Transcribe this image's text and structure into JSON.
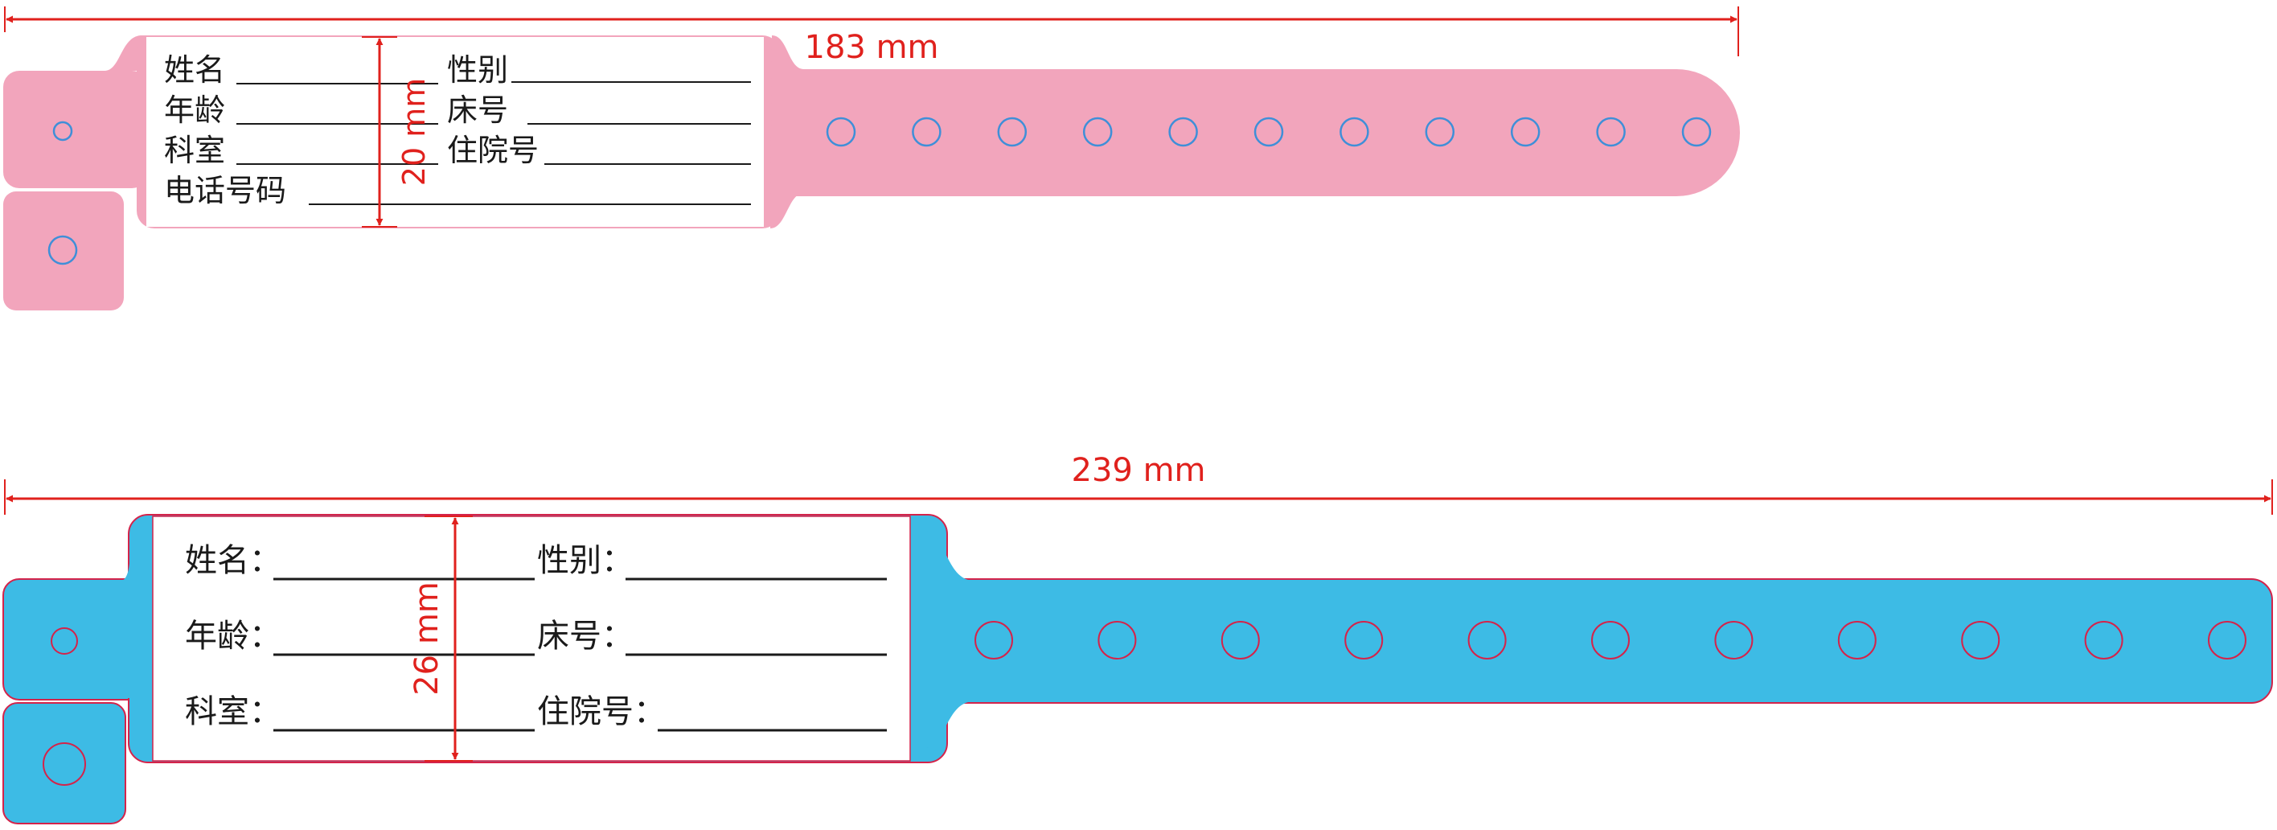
{
  "colors": {
    "pink_band": "#F2A5BC",
    "pink_hole": "#3F8FD8",
    "blue_band": "#3DBBE5",
    "blue_outline": "#D4234A",
    "blue_hole": "#D4234A",
    "dimension": "#E0211D",
    "label_panel": "#FFFFFF",
    "text": "#1A1A1A"
  },
  "wristband_small": {
    "length_label": "183 mm",
    "width_label": "20 mm",
    "fields": [
      "姓名",
      "性别",
      "年龄",
      "床号",
      "科室",
      "住院号",
      "电话号码"
    ]
  },
  "wristband_large": {
    "length_label": "239 mm",
    "width_label": "26 mm",
    "fields": [
      "姓名：",
      "性别：",
      "年龄：",
      "床号：",
      "科室：",
      "住院号："
    ]
  }
}
